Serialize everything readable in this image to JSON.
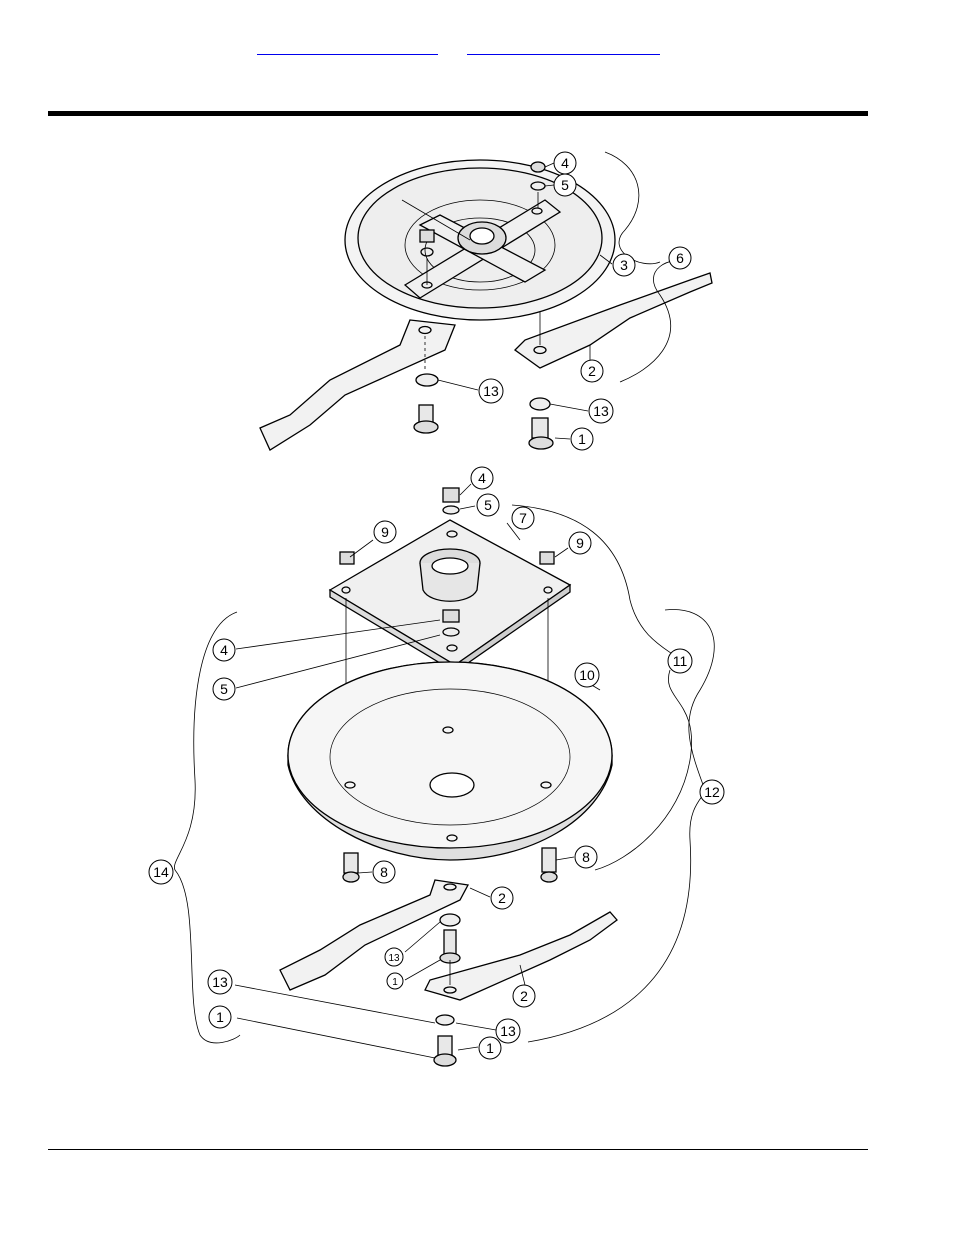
{
  "header": {
    "links": [
      {
        "label": ""
      },
      {
        "label": ""
      }
    ]
  },
  "callouts": {
    "c4a": "4",
    "c5a": "5",
    "c3": "3",
    "c6": "6",
    "c2a": "2",
    "c13a": "13",
    "c13b": "13",
    "c1a": "1",
    "c4b": "4",
    "c5b": "5",
    "c7": "7",
    "c9a": "9",
    "c9b": "9",
    "c4c": "4",
    "c5c": "5",
    "c11": "11",
    "c10": "10",
    "c12": "12",
    "c14": "14",
    "c8a": "8",
    "c8b": "8",
    "c2b": "2",
    "c13c": "13",
    "c1b": "1",
    "c2c": "2",
    "c13d": "13",
    "c1c": "1",
    "c13e": "13",
    "c1d": "1"
  }
}
